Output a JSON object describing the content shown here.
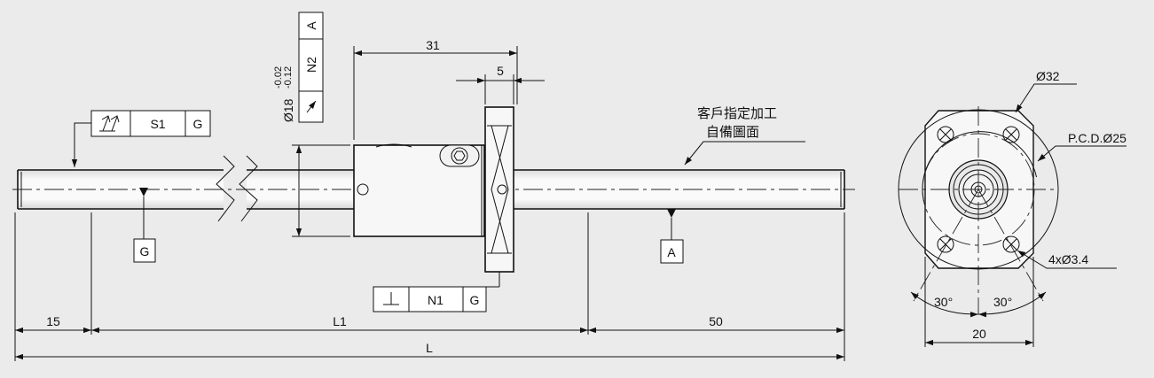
{
  "dimensions": {
    "nut_length": "31",
    "flange_thickness": "5",
    "left_end": "15",
    "middle": "L1",
    "right_end": "50",
    "overall": "L",
    "nut_diameter": "Ø18",
    "nut_tol_upper": "-0.02",
    "nut_tol_lower": "-0.12",
    "flange_od": "Ø32",
    "pcd": "P.C.D.Ø25",
    "holes": "4xØ3.4",
    "angle_left": "30°",
    "angle_right": "30°",
    "flange_width": "20"
  },
  "tolerance_frames": {
    "runout": {
      "value": "S1",
      "datum": "G"
    },
    "nut_runout": {
      "datum": "A",
      "value": "N2"
    },
    "perpendicularity": {
      "value": "N1",
      "datum": "G"
    }
  },
  "datums": {
    "g": "G",
    "a": "A"
  },
  "note": {
    "line1": "客戶指定加工",
    "line2": "自備圖面"
  },
  "colors": {
    "background": "#ebebeb",
    "part_fill": "#f7f7f7",
    "line": "#111111",
    "frame": "#ffffff"
  },
  "icons": {
    "runout": "total-runout-arrows-icon",
    "perpendicularity": "perpendicularity-icon",
    "circular_runout": "circular-runout-arrow-icon",
    "datum": "datum-triangle-icon",
    "hex_socket": "hex-socket-icon"
  }
}
